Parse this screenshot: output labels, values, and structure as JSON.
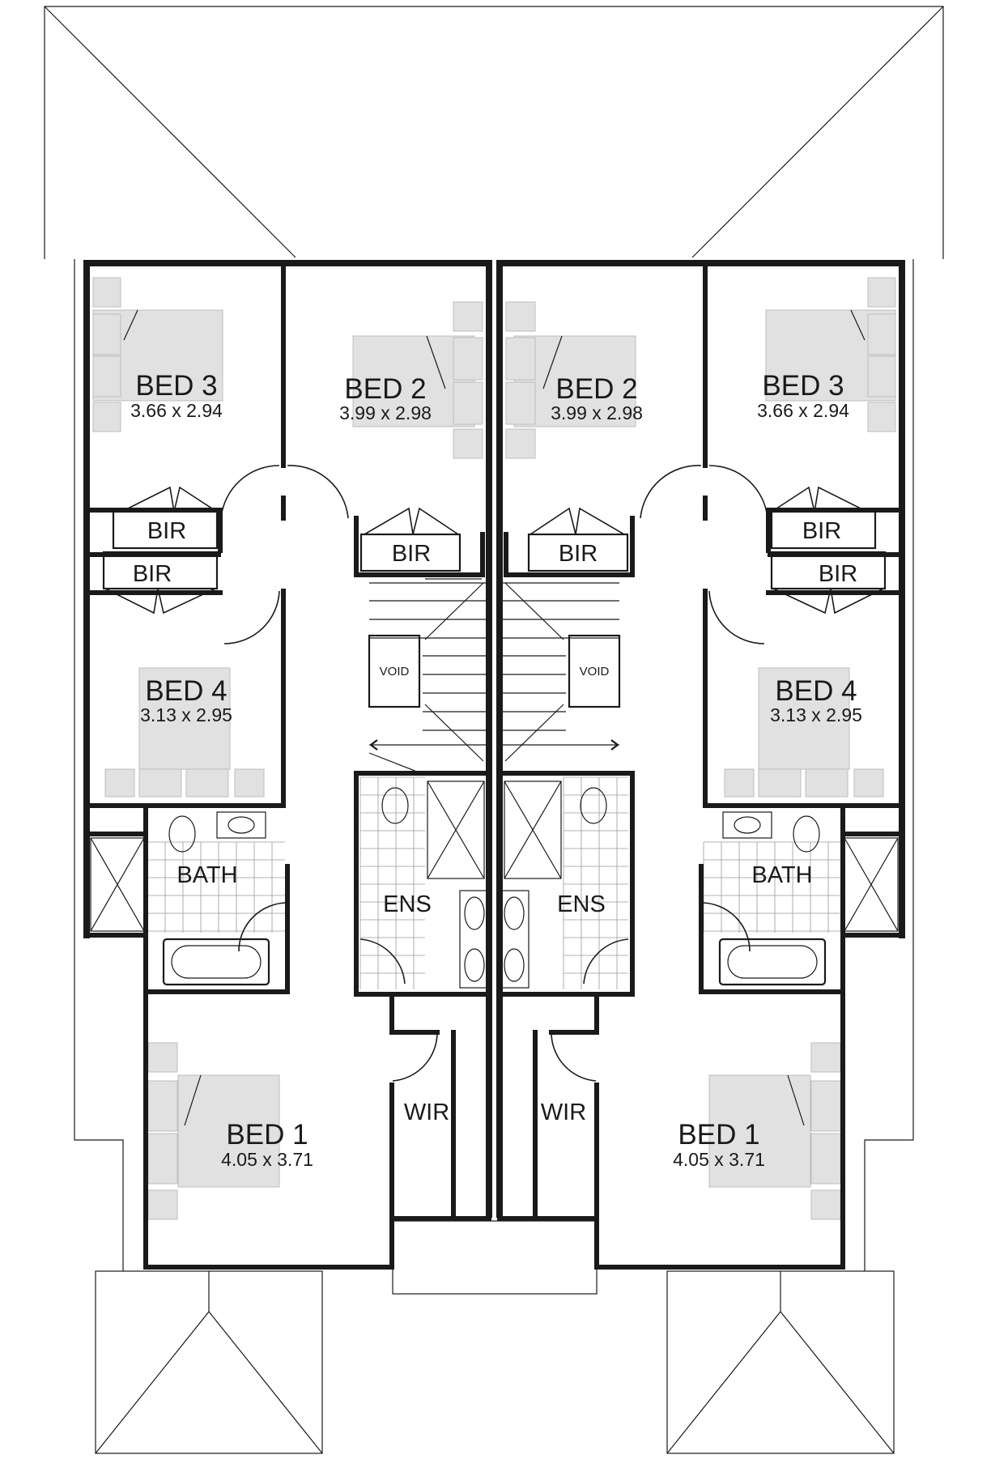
{
  "rooms": [
    {
      "name": "BED 3",
      "dims": "3.66 x 2.94"
    },
    {
      "name": "BED 2",
      "dims": "3.99 x 2.98"
    },
    {
      "name": "BED 2",
      "dims": "3.99 x 2.98"
    },
    {
      "name": "BED 3",
      "dims": "3.66 x 2.94"
    },
    {
      "name": "BED 4",
      "dims": "3.13 x 2.95"
    },
    {
      "name": "BED 4",
      "dims": "3.13 x 2.95"
    },
    {
      "name": "BED 1",
      "dims": "4.05 x 3.71"
    },
    {
      "name": "BED 1",
      "dims": "4.05 x 3.71"
    }
  ],
  "labels": {
    "bir": "BIR",
    "bath": "BATH",
    "ens": "ENS",
    "wir": "WIR",
    "void": "VOID"
  }
}
